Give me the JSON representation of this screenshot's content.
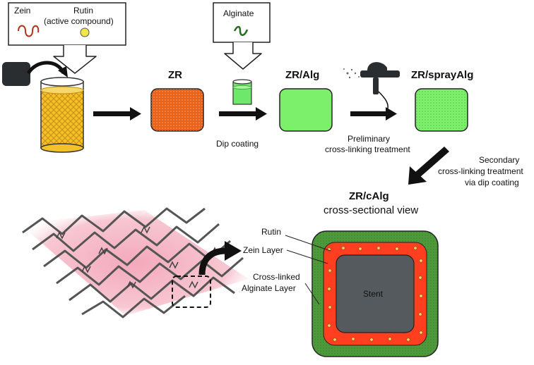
{
  "inputs": {
    "zein": "Zein",
    "rutin": "Rutin",
    "rutin_note": "(active compound)",
    "alginate": "Alginate"
  },
  "stages": {
    "zr": "ZR",
    "zr_alg": "ZR/Alg",
    "zr_spray_alg": "ZR/sprayAlg",
    "zr_calg": "ZR/cAlg",
    "cross_sectional": "cross-sectional view"
  },
  "steps": {
    "dip_coating": "Dip coating",
    "preliminary_1": "Preliminary",
    "preliminary_2": "cross-linking treatment",
    "secondary_1": "Secondary",
    "secondary_2": "cross-linking treatment",
    "secondary_3": "via dip coating"
  },
  "layers": {
    "rutin": "Rutin",
    "zein_layer": "Zein Layer",
    "crosslinked_1": "Cross-linked",
    "crosslinked_2": "Alginate Layer",
    "stent": "Stent"
  },
  "colors": {
    "zr_orange": "#e8621a",
    "alg_green": "#7cf06a",
    "outer_green": "#4e9a3a",
    "zein_red": "#ff3f1f",
    "stent_gray": "#555a5e",
    "beaker_yellow": "#f3c12a",
    "stent_pink": "#f2b8c4"
  }
}
